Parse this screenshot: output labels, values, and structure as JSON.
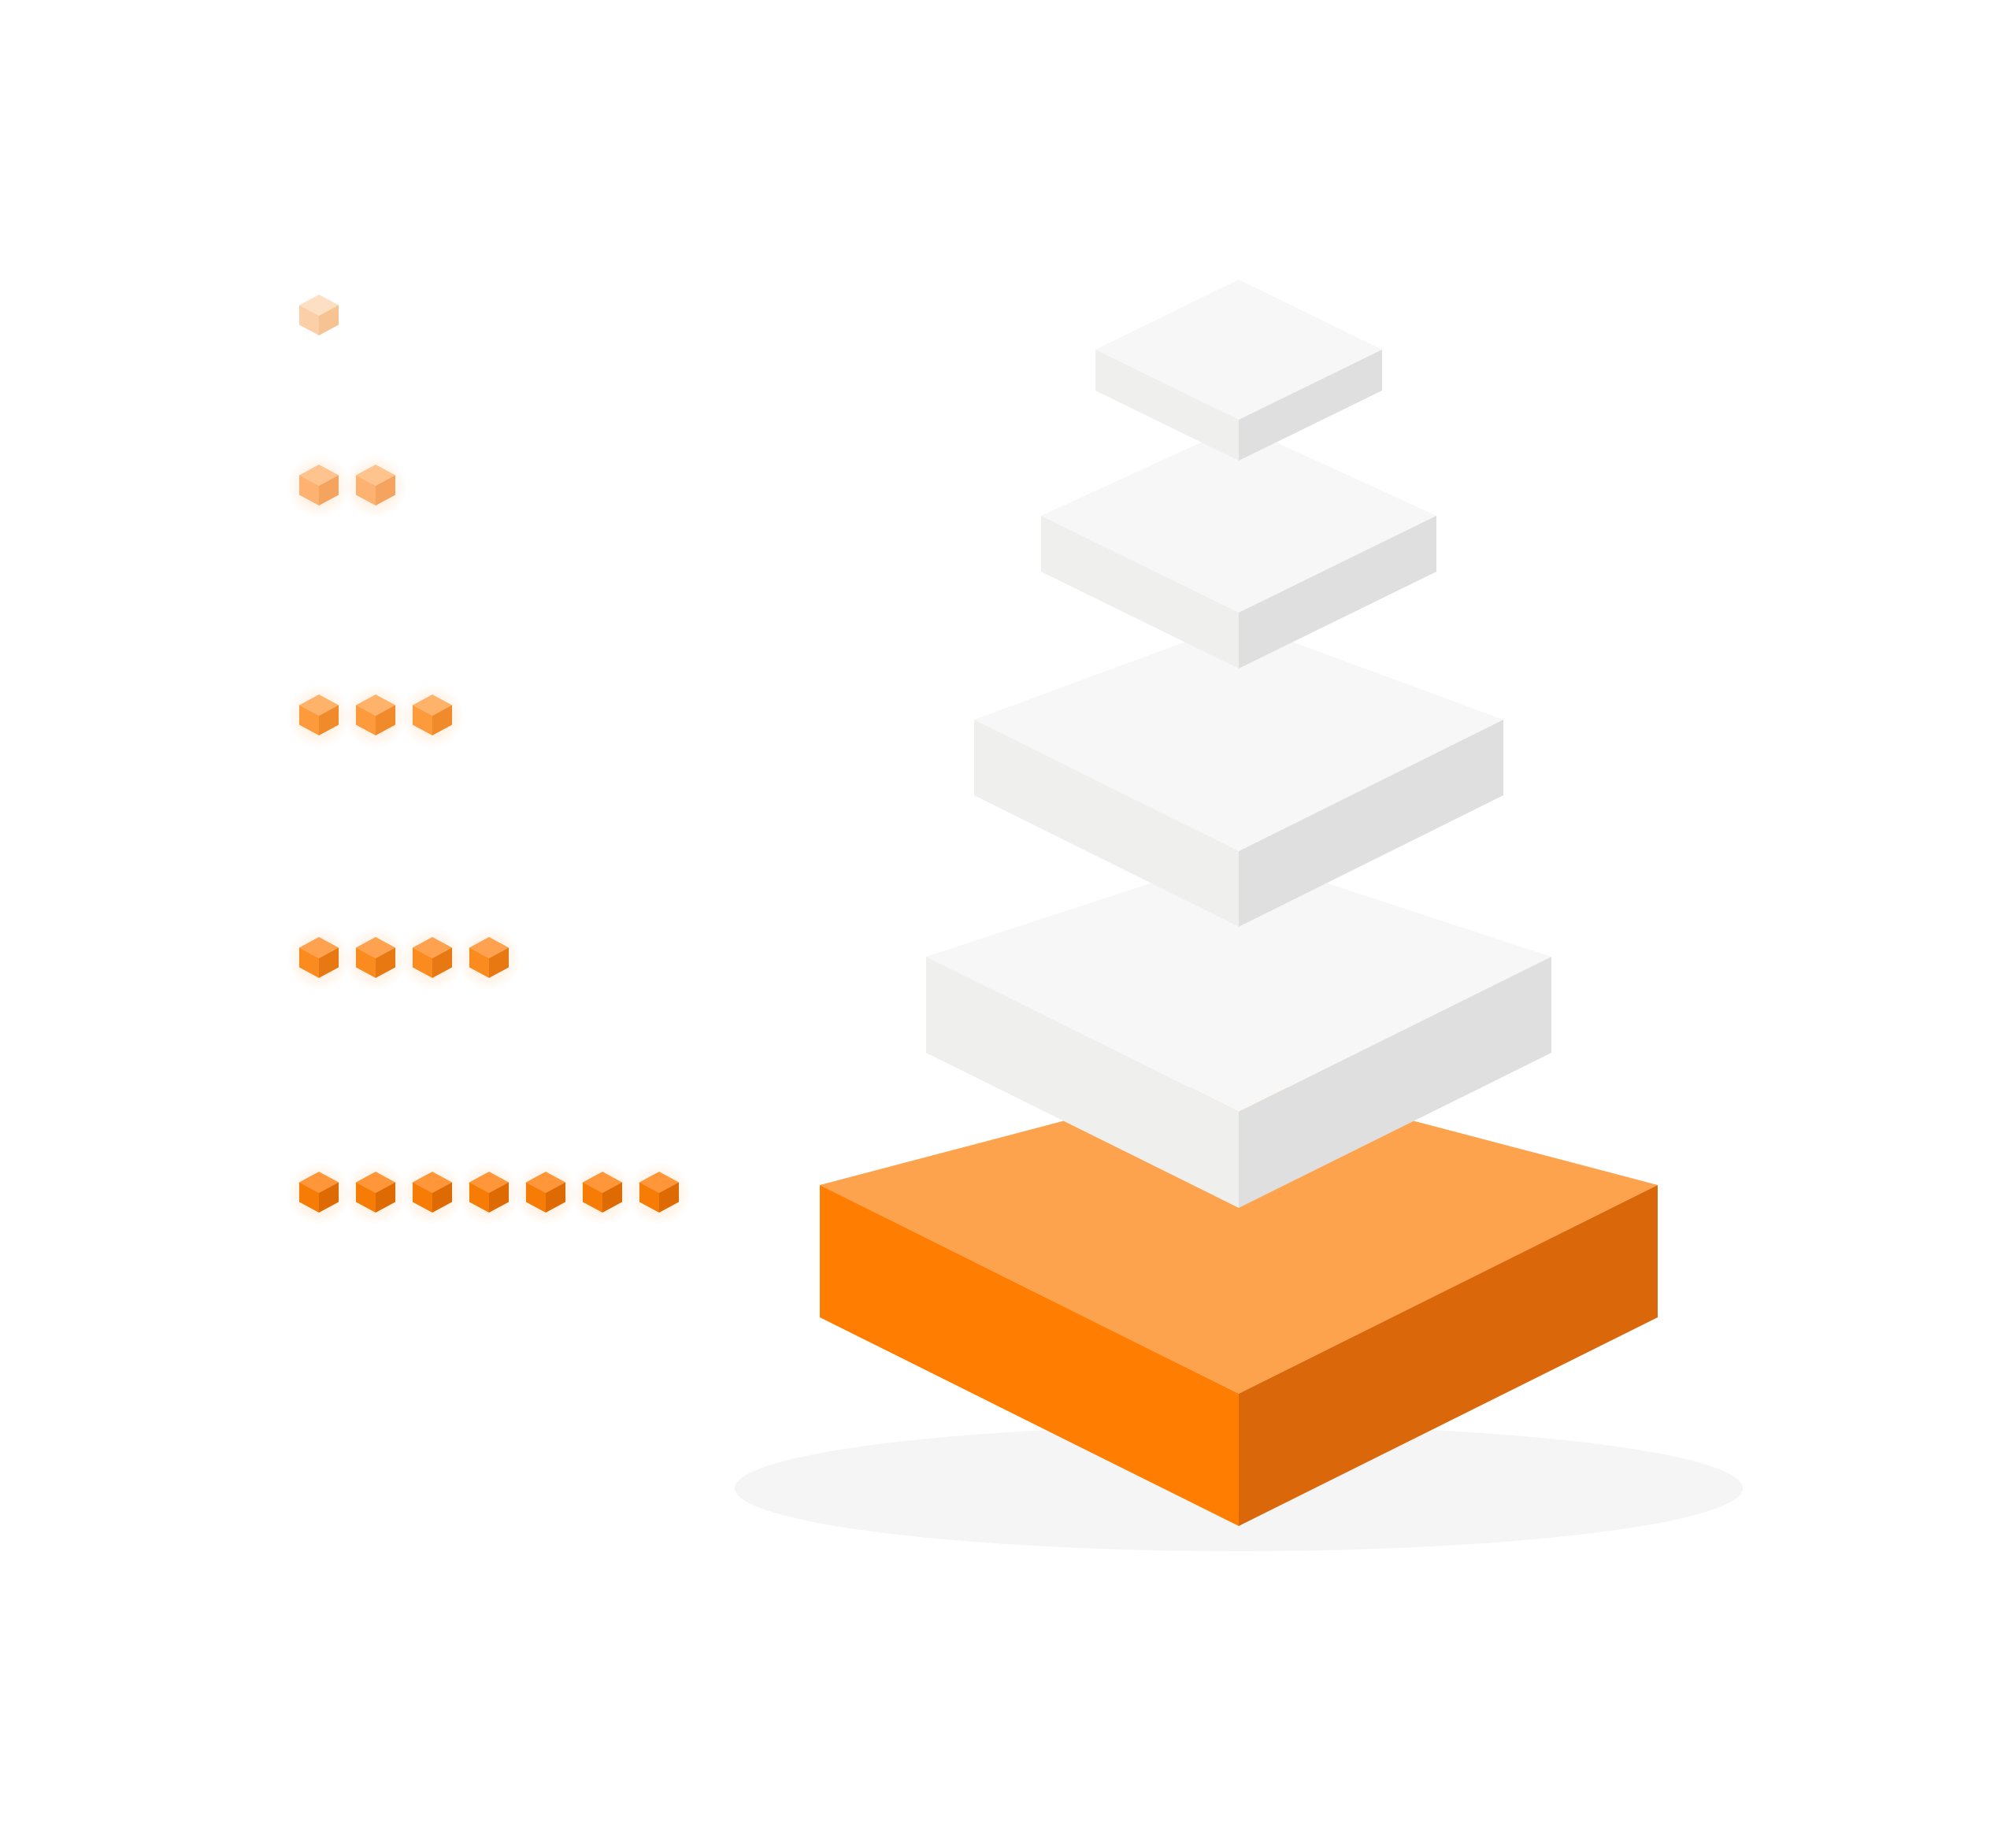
{
  "diagram": {
    "type": "isometric-pyramid",
    "levels": [
      {
        "level": 1,
        "cube_count": 1,
        "highlighted": false
      },
      {
        "level": 2,
        "cube_count": 2,
        "highlighted": false
      },
      {
        "level": 3,
        "cube_count": 3,
        "highlighted": false
      },
      {
        "level": 4,
        "cube_count": 4,
        "highlighted": false
      },
      {
        "level": 5,
        "cube_count": 7,
        "highlighted": true
      }
    ],
    "colors": {
      "background": "#ffffff",
      "slab_top": "#f7f7f7",
      "slab_left": "#efefee",
      "slab_right": "#dfdfdf",
      "highlight_top": "#fda34d",
      "highlight_left": "#ff7d00",
      "highlight_right": "#db670b",
      "shadow": "#f4f5f4",
      "cube_row_tints": [
        {
          "top": "#fde0c4",
          "left": "#fbd0a8",
          "right": "#f7c393"
        },
        {
          "top": "#ffc48e",
          "left": "#fdb271",
          "right": "#f4a45f"
        },
        {
          "top": "#ffb26a",
          "left": "#fd9b3c",
          "right": "#f08a2b"
        },
        {
          "top": "#ffa24f",
          "left": "#fb8a1f",
          "right": "#e77812"
        },
        {
          "top": "#ff973a",
          "left": "#f77c06",
          "right": "#dd6a03"
        }
      ]
    }
  }
}
